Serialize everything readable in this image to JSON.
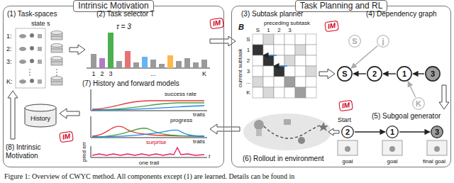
{
  "diagram": {
    "caption": "Figure 1: Overview of CWYC method. All components except (1) are learned. Details can be found in",
    "nodes": [
      {
        "text": [
          "Intrinsic Motivation"
        ]
      },
      {
        "text": [
          "History"
        ],
        "in": 0
      },
      {
        "text": [
          "Task Planning and RL"
        ]
      },
      {
        "text": [
          "S"
        ],
        "in": 2
      },
      {
        "text": [
          "j"
        ],
        "in": 2
      },
      {
        "text": [
          "S"
        ],
        "in": 2
      },
      {
        "text": [
          "2"
        ],
        "in": 2
      },
      {
        "text": [
          "1"
        ],
        "in": 2
      },
      {
        "text": [
          "3"
        ],
        "in": 2
      },
      {
        "text": [
          "K"
        ],
        "in": 2
      },
      {
        "text": [
          "2"
        ],
        "in": 2
      },
      {
        "text": [
          "1"
        ],
        "in": 2
      },
      {
        "text": [
          "3"
        ],
        "in": 2
      }
    ],
    "edges": [
      {
        "from": 6,
        "to": 5,
        "arrow": "to"
      },
      {
        "from": 7,
        "to": 6,
        "arrow": "to"
      },
      {
        "from": 8,
        "to": 7,
        "arrow": "to"
      },
      {
        "from": 4,
        "to": 5,
        "arrow": "to"
      },
      {
        "from": 9,
        "to": 7,
        "arrow": "to"
      },
      {
        "from": 10,
        "to": 11,
        "arrow": "to"
      },
      {
        "from": 11,
        "to": 12,
        "arrow": "to"
      }
    ],
    "labels": [
      "(1) Task-spaces",
      "state s",
      "1:",
      "2:",
      "3:",
      "K:",
      "(2) Task selector T",
      "τ = 3",
      "1",
      "2",
      "3",
      "...",
      "K",
      "(7) History and forward models",
      "success rate",
      "trails",
      "progress",
      "trails",
      "pred err",
      "surprise",
      "one trail",
      "t",
      "(8) Intrinsic Motivation",
      "IM",
      "IM",
      "(3) Subtask planner",
      "B",
      "preceding subtask",
      "S",
      "1",
      "2",
      "3",
      "current subtask",
      "S",
      "1",
      "2",
      "3",
      "...",
      "K",
      "(4) Dependency graph",
      "(5) Subgoal generator",
      "Start",
      "goal",
      "goal",
      "final goal",
      "(6) Rollout in environment",
      "IM",
      "IM"
    ]
  }
}
